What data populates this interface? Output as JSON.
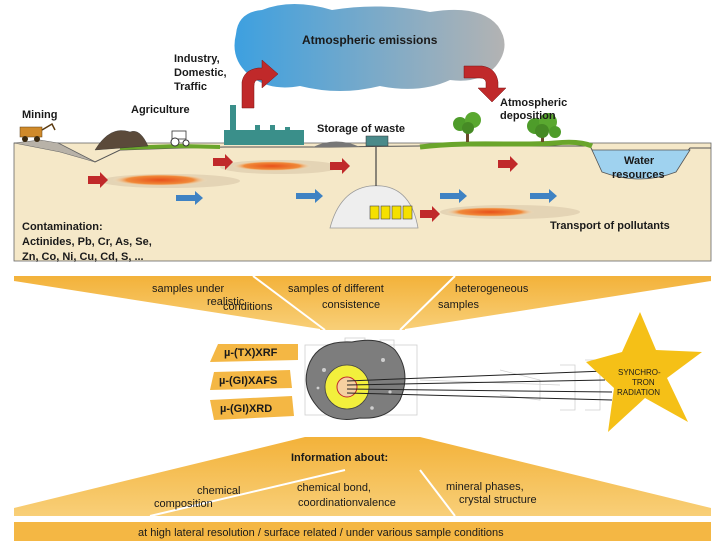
{
  "sources": {
    "mining": "Mining",
    "agriculture": "Agriculture",
    "industry_lines": [
      "Industry,",
      "Domestic,",
      "Traffic"
    ],
    "storage": "Storage of waste",
    "atmospheric_emissions": "Atmospheric emissions",
    "deposition_lines": [
      "Atmospheric",
      "deposition"
    ],
    "water_lines": [
      "Water",
      "resources"
    ],
    "transport": "Transport of pollutants"
  },
  "contamination": {
    "title": "Contamination:",
    "lines": [
      "Actinides, Pb, Cr, As, Se,",
      "Zn, Co, Ni, Cu, Cd, S, ..."
    ]
  },
  "samples": [
    [
      "samples under",
      "realistic",
      "conditions"
    ],
    [
      "samples of different",
      "consistence"
    ],
    [
      "heterogeneous",
      "samples"
    ]
  ],
  "techniques": [
    "µ-(TX)XRF",
    "µ-(GI)XAFS",
    "µ-(GI)XRD"
  ],
  "synchrotron": [
    "SYNCHRO-",
    "TRON",
    "RADIATION"
  ],
  "information": {
    "title": "Information about:",
    "items": [
      [
        "chemical",
        "composition"
      ],
      [
        "chemical bond,",
        "coordinationvalence"
      ],
      [
        "mineral  phases,",
        "crystal structure"
      ]
    ]
  },
  "bottom_bar": "at high lateral resolution / surface related / under various sample conditions",
  "colors": {
    "banner": "#f4b744",
    "ground": "#f5e8c8",
    "cloud": "#7fb0dc",
    "arrow_red": "#c0292a",
    "arrow_blue": "#3f82c3",
    "star": "#f5c017",
    "grass": "#6aa52b",
    "water": "#9fd2ef"
  }
}
